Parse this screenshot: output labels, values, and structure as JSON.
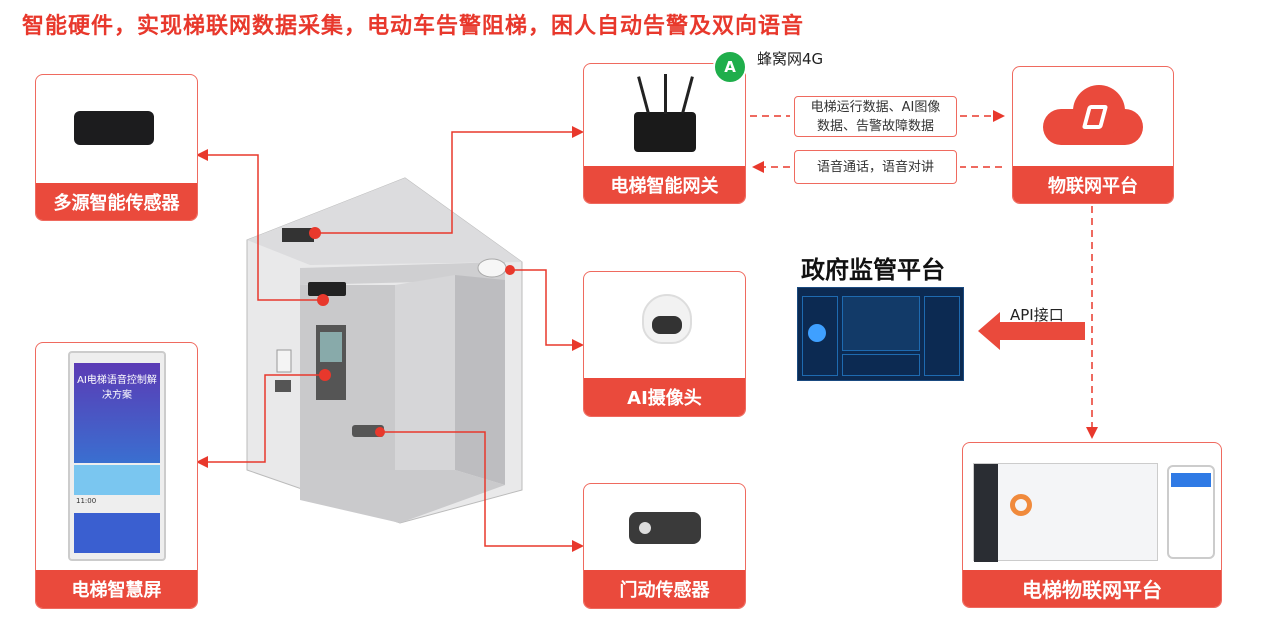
{
  "title": "智能硬件，实现梯联网数据采集，电动车告警阻梯，困人自动告警及双向语音",
  "nodes": {
    "sensor": "多源智能传感器",
    "screen": "电梯智慧屏",
    "gateway": "电梯智能网关",
    "iot": "物联网平台",
    "camera": "AI摄像头",
    "door": "门动传感器",
    "elevator_iot": "电梯物联网平台"
  },
  "network": "蜂窝网4G",
  "network_badge": "A",
  "msg_up": "电梯运行数据、AI图像数据、告警故障数据",
  "msg_down": "语音通话，语音对讲",
  "gov": {
    "title": "政府监管平台",
    "api": "API接口"
  },
  "screen_content": {
    "headline": "AI电梯语音控制解决方案",
    "time": "11:00"
  },
  "colors": {
    "accent": "#ea4a3c",
    "line": "#e8382c"
  }
}
